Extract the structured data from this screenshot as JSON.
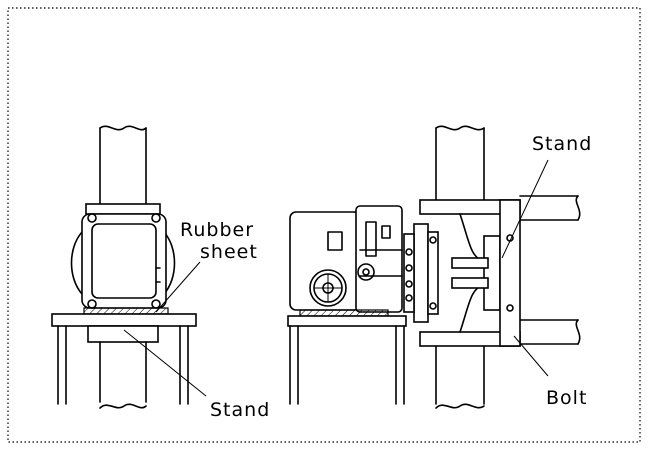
{
  "labels": {
    "rubber_sheet_line1": "Rubber",
    "rubber_sheet_line2": "sheet",
    "stand_left": "Stand",
    "stand_right": "Stand",
    "bolt": "Bolt"
  }
}
